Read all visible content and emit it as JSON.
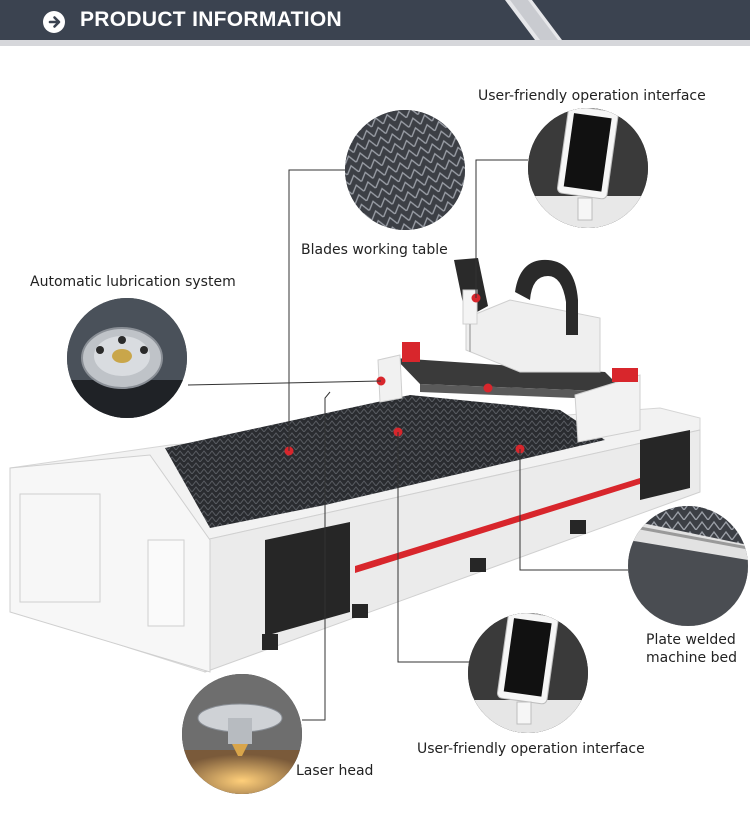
{
  "header": {
    "title": "PRODUCT INFORMATION",
    "icon": "arrow-right-circle-icon",
    "colors": {
      "dark": "#3b4350",
      "light": "#e6e7ea",
      "accent": "#d8262c"
    }
  },
  "features": {
    "ui_top": "User-friendly operation interface",
    "blades": "Blades working table",
    "lubrication": "Automatic lubrication system",
    "plate_bed_line1": "Plate welded",
    "plate_bed_line2": "machine bed",
    "ui_bottom": "User-friendly operation interface",
    "laser_head": "Laser head"
  }
}
